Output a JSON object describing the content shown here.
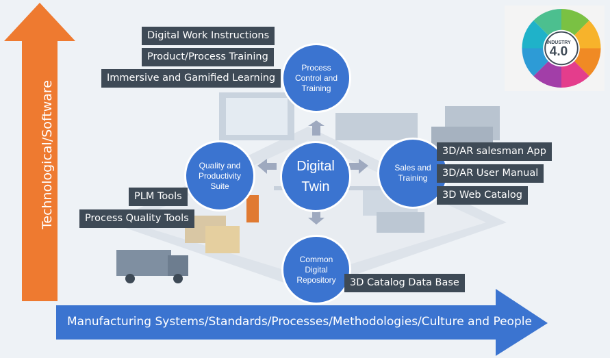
{
  "axes": {
    "vertical": "Technological/Software",
    "horizontal": "Manufacturing Systems/Standards/Processes/Methodologies/Culture and People"
  },
  "hub": {
    "line1": "Digital",
    "line2": "Twin"
  },
  "nodes": {
    "process_control": [
      "Process",
      "Control and",
      "Training"
    ],
    "quality": [
      "Quality and",
      "Productivity",
      "Suite"
    ],
    "sales": [
      "Sales and",
      "Training"
    ],
    "repository": [
      "Common",
      "Digital",
      "Repository"
    ]
  },
  "labels": {
    "process_control": [
      "Digital Work Instructions",
      "Product/Process Training",
      "Immersive and Gamified Learning"
    ],
    "quality": [
      "PLM Tools",
      "Process Quality Tools"
    ],
    "sales": [
      "3D/AR salesman App",
      "3D/AR User Manual",
      "3D Web Catalog"
    ],
    "repository": [
      "3D Catalog Data Base"
    ]
  },
  "badge": {
    "line1": "INDUSTRY",
    "line2": "4.0"
  },
  "colors": {
    "arrow_orange": "#ee7a30",
    "arrow_blue": "#3b74d0",
    "circle_blue": "#3b74d0",
    "label_dark": "#3e4a56"
  }
}
